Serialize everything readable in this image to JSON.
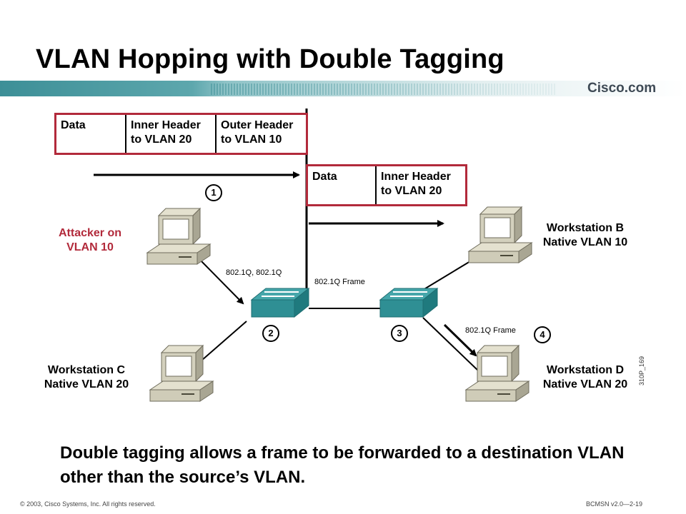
{
  "slide": {
    "title": "VLAN Hopping with Double Tagging",
    "brand": "Cisco.com",
    "summary": "Double tagging allows a frame to be forwarded to a destination VLAN other than the source’s VLAN.",
    "footer_left": "© 2003, Cisco Systems, Inc. All rights reserved.",
    "footer_right": "BCMSN v2.0—2-19",
    "figure_id": "310P_169"
  },
  "colors": {
    "accent_red": "#b22a3b",
    "bar_teal": "#3d8f97",
    "switch_teal": "#2f8f94"
  },
  "frames": {
    "double_tagged": [
      "Data",
      "Inner Header to VLAN 20",
      "Outer Header to VLAN 10"
    ],
    "single_tagged": [
      "Data",
      "Inner Header to VLAN 20"
    ]
  },
  "hosts": {
    "attacker": {
      "line1": "Attacker on",
      "line2": "VLAN 10",
      "icon": "workstation-icon"
    },
    "workstation_b": {
      "line1": "Workstation B",
      "line2": "Native VLAN 10",
      "icon": "workstation-icon"
    },
    "workstation_c": {
      "line1": "Workstation C",
      "line2": "Native VLAN 20",
      "icon": "workstation-icon"
    },
    "workstation_d": {
      "line1": "Workstation D",
      "line2": "Native VLAN 20",
      "icon": "workstation-icon"
    }
  },
  "links": {
    "attacker_to_switch": "802.1Q, 802.1Q",
    "trunk": "802.1Q Frame",
    "switch_to_d": "802.1Q Frame"
  },
  "steps": [
    "1",
    "2",
    "3",
    "4"
  ]
}
